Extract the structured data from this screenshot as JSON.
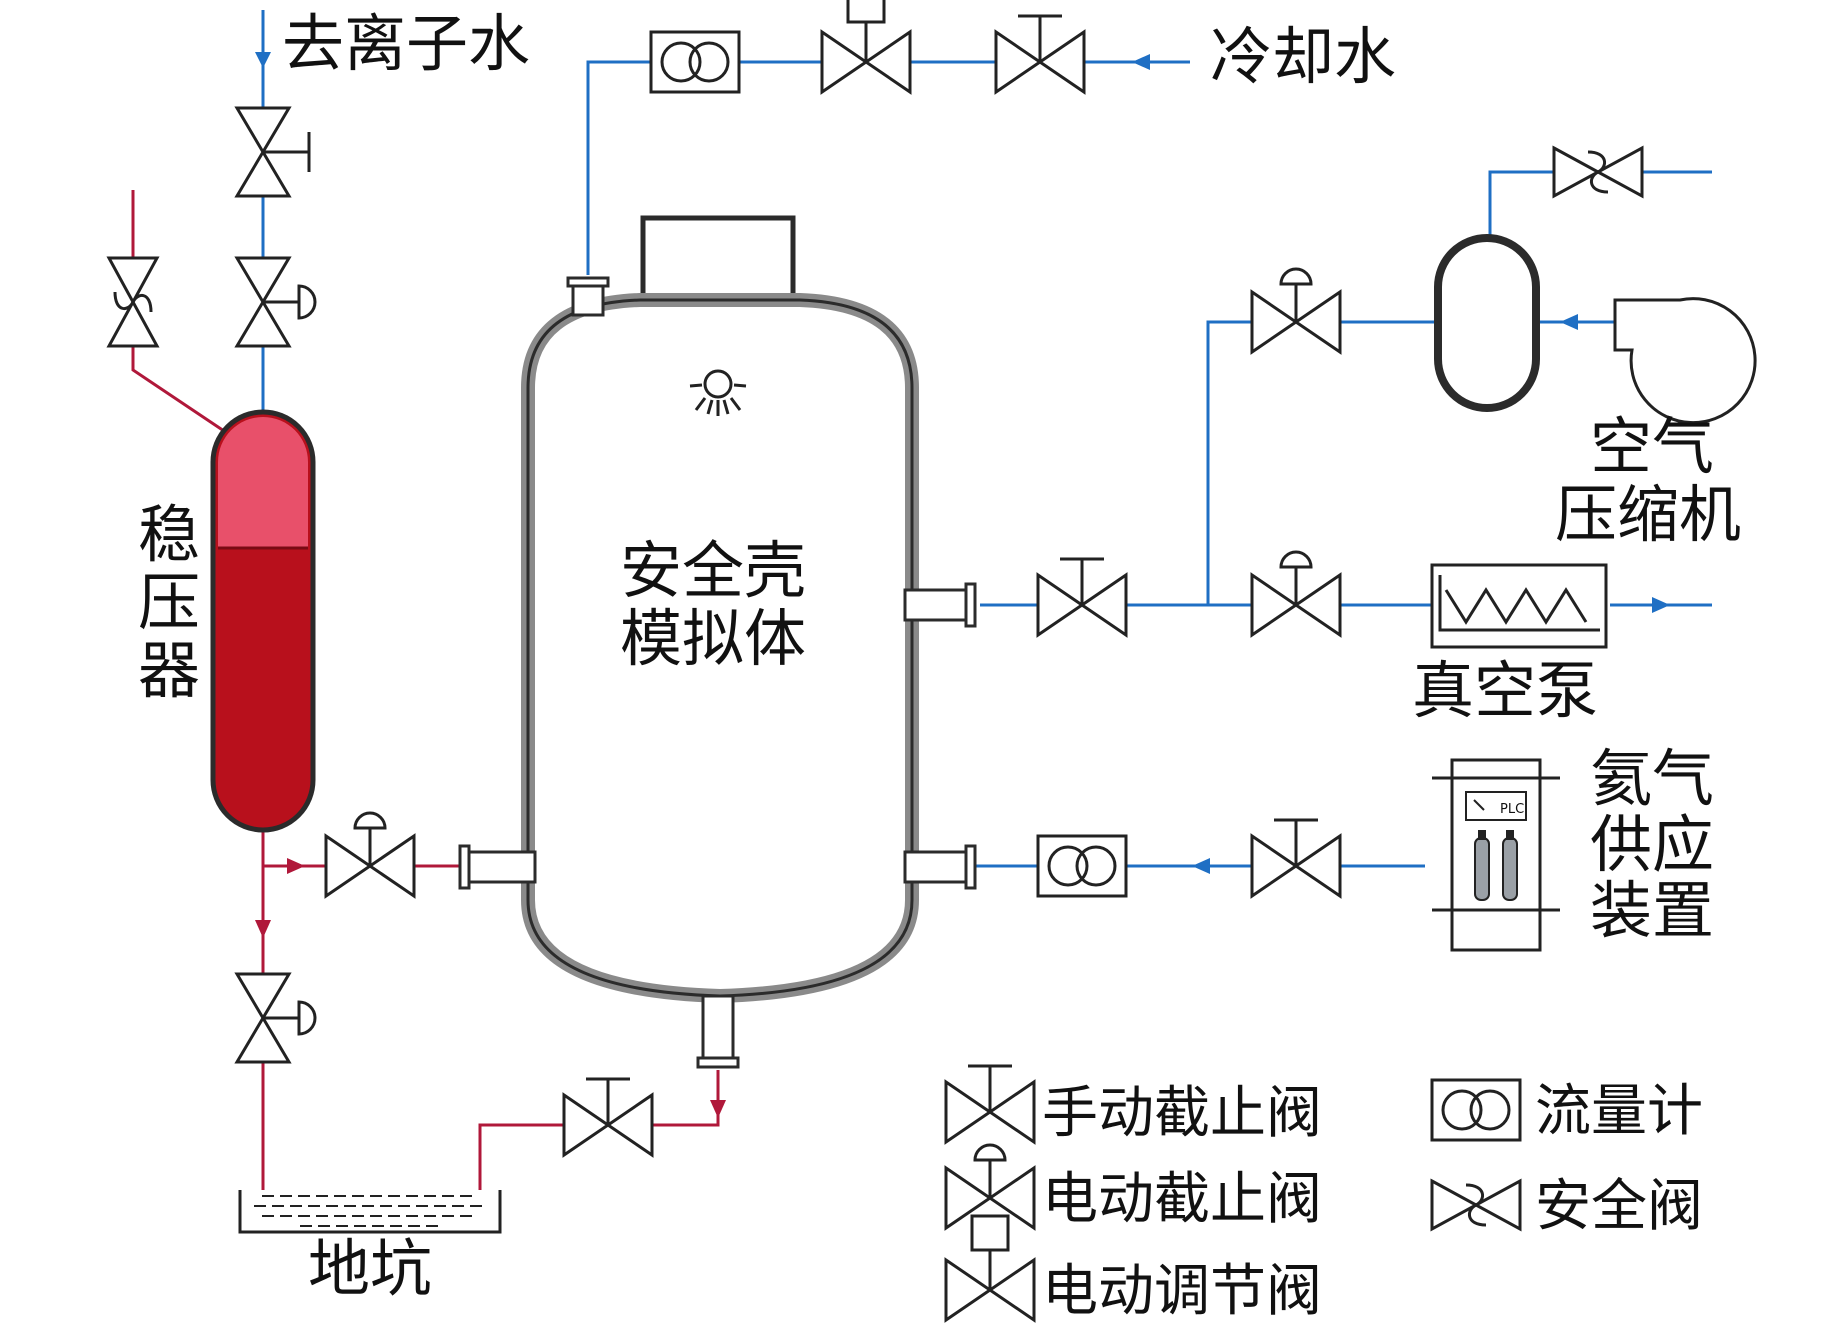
{
  "labels": {
    "deionized_water": "去离子水",
    "cooling_water": "冷却水",
    "pressurizer": [
      "稳",
      "压",
      "器"
    ],
    "containment": [
      "安全壳",
      "模拟体"
    ],
    "air_compressor": [
      "空气",
      "压缩机"
    ],
    "vacuum_pump": "真空泵",
    "hydrogen_supply": [
      "氦气",
      "供应",
      "装置"
    ],
    "pit": "地坑",
    "plc": "PLC"
  },
  "legend": {
    "manual_stop_valve": "手动截止阀",
    "electric_stop_valve": "电动截止阀",
    "electric_regulating_valve": "电动调节阀",
    "flow_meter": "流量计",
    "safety_valve": "安全阀"
  },
  "colors": {
    "water_line": "#1f6fc4",
    "hot_line": "#b0183a",
    "vessel_outline": "#2b2b2b",
    "vessel_shell": "#8a8a8a",
    "pressurizer_liquid": "#b8101c",
    "pressurizer_gas": "#e8506a"
  }
}
